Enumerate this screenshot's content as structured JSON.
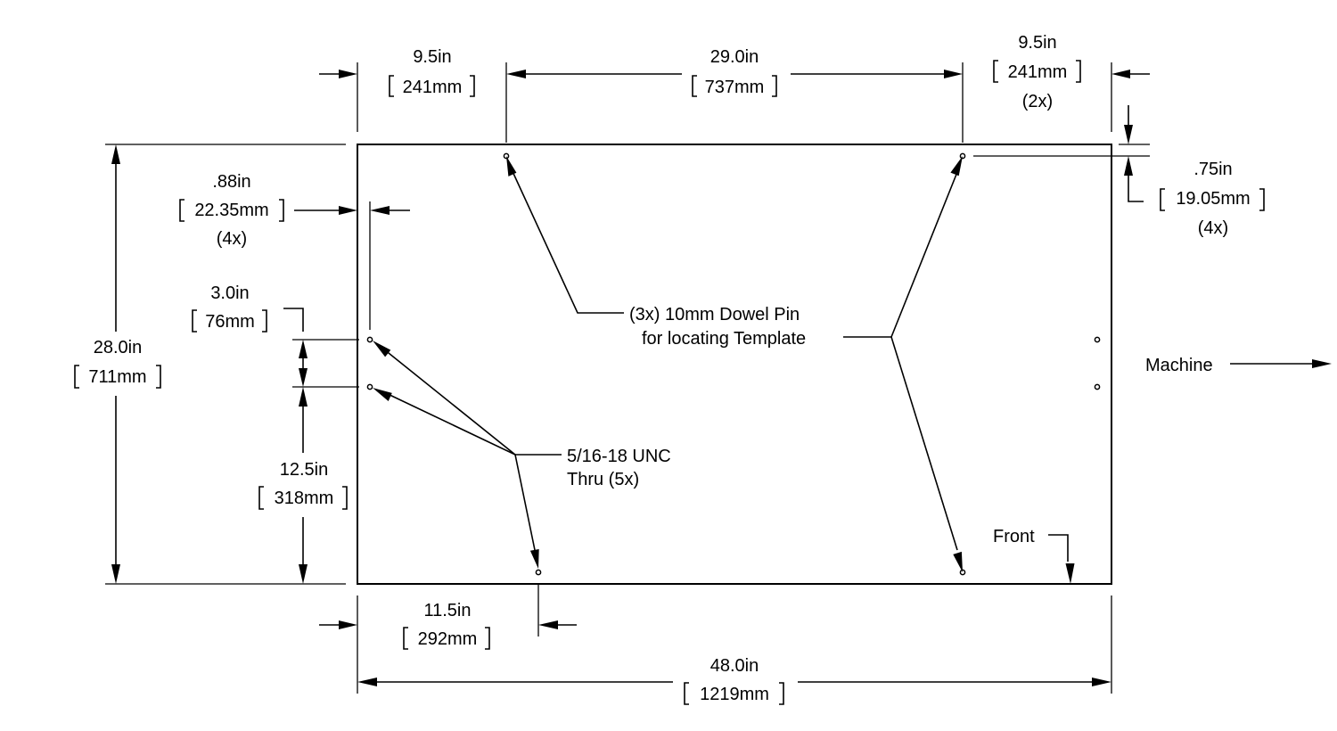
{
  "dimensions": {
    "left_edge_x": {
      "in": "9.5in",
      "mm": "241mm"
    },
    "dowel_spacing": {
      "in": "29.0in",
      "mm": "737mm"
    },
    "right_edge_x": {
      "in": "9.5in",
      "mm": "241mm",
      "qty": "(2x)"
    },
    "top_offset": {
      "in": ".75in",
      "mm": "19.05mm",
      "qty": "(4x)"
    },
    "left_offset": {
      "in": ".88in",
      "mm": "22.35mm",
      "qty": "(4x)"
    },
    "height": {
      "in": "28.0in",
      "mm": "711mm"
    },
    "hole_spacing": {
      "in": "3.0in",
      "mm": "76mm"
    },
    "hole_height": {
      "in": "12.5in",
      "mm": "318mm"
    },
    "bottom_hole_x": {
      "in": "11.5in",
      "mm": "292mm"
    },
    "width": {
      "in": "48.0in",
      "mm": "1219mm"
    }
  },
  "callouts": {
    "dowel_line1": "(3x) 10mm Dowel Pin",
    "dowel_line2": "for locating Template",
    "tapped_line1": "5/16-18 UNC",
    "tapped_line2": "Thru (5x)",
    "machine": "Machine",
    "front": "Front"
  }
}
